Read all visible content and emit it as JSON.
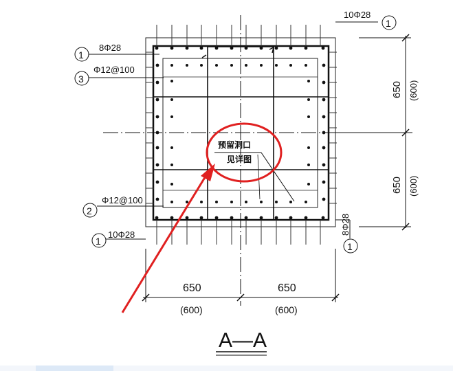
{
  "drawing": {
    "section_title": "A—A",
    "callouts": {
      "top_right_label": "10Φ28",
      "top_right_num": "1",
      "top_left_label": "8Φ28",
      "top_left_num": "1",
      "stirrup_top_label": "Φ12@100",
      "stirrup_top_num": "3",
      "stirrup_bottom_label": "Φ12@100",
      "stirrup_bottom_num": "2",
      "bottom_left_label": "10Φ28",
      "bottom_left_num": "1",
      "bottom_right_label": "8Φ28",
      "bottom_right_num": "1"
    },
    "note": {
      "line1": "预留洞口",
      "line2": "见详图"
    },
    "dimensions": {
      "right_upper": "650",
      "right_upper_paren": "(600)",
      "right_lower": "650",
      "right_lower_paren": "(600)",
      "bottom_left": "650",
      "bottom_left_paren": "(600)",
      "bottom_right": "650",
      "bottom_right_paren": "(600)"
    },
    "highlight_color": "#e02020"
  }
}
